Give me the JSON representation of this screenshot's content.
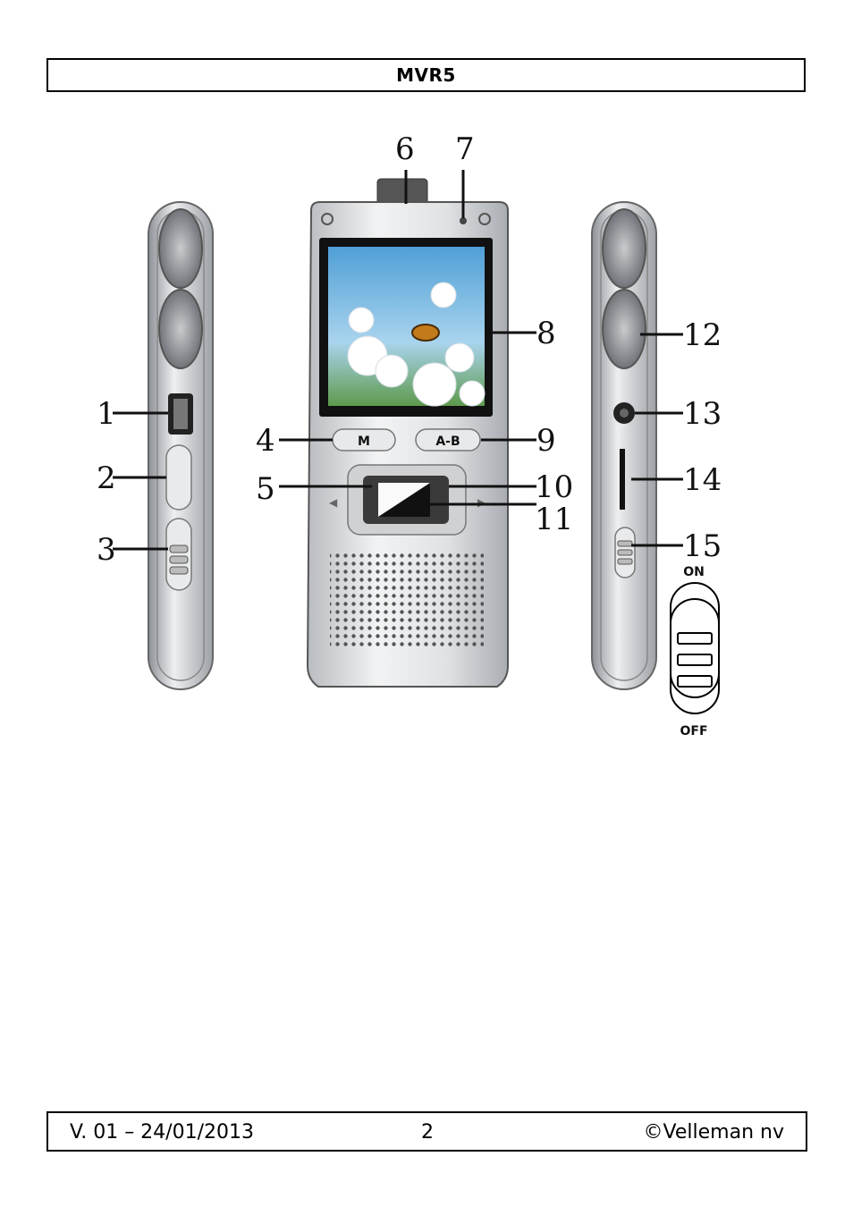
{
  "header": {
    "title": "MVR5"
  },
  "figure": {
    "callouts": [
      "1",
      "2",
      "3",
      "4",
      "5",
      "6",
      "7",
      "8",
      "9",
      "10",
      "11",
      "12",
      "13",
      "14",
      "15"
    ],
    "switch_on_label": "ON",
    "switch_off_label": "OFF",
    "button_m_label": "M",
    "button_ab_label": "A-B"
  },
  "footer": {
    "version": "V. 01 – 24/01/2013",
    "page": "2",
    "copyright": "©Velleman nv"
  }
}
